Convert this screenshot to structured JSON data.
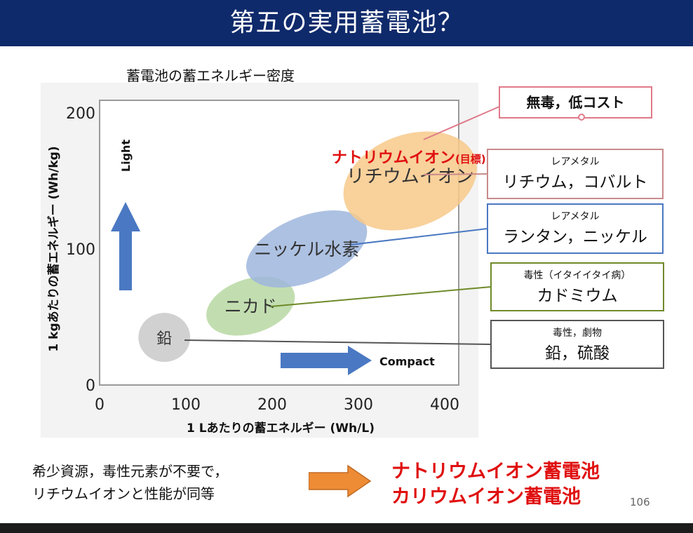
{
  "slide": {
    "title": "第五の実用蓄電池？",
    "page_number": "106",
    "bottom_text": [
      "希少資源，毒性元素が不要で，",
      "リチウムイオンと性能が同等"
    ],
    "result_lines": [
      "ナトリウムイオン蓄電池",
      "カリウムイオン蓄電池"
    ]
  },
  "chart_data": {
    "type": "scatter",
    "title": "蓄電池の蓄エネルギー密度",
    "xlabel": "1 Lあたりの蓄エネルギー (Wh/L)",
    "ylabel": "1 kgあたりの蓄エネルギー (Wh/kg)",
    "xlim": [
      0,
      400
    ],
    "ylim": [
      0,
      200
    ],
    "xticks": [
      "0",
      "100",
      "200",
      "300",
      "400"
    ],
    "yticks": [
      "0",
      "100",
      "200"
    ],
    "light_label": "Light",
    "compact_label": "Compact",
    "regions": [
      {
        "name": "鉛",
        "label": "鉛",
        "cx": 75,
        "cy": 35,
        "rx": 30,
        "ry": 18,
        "angle": 0,
        "color": "#c9c9c9",
        "callout": {
          "line1": "毒性，劇物",
          "line2": "鉛，硫酸",
          "border": "#555555"
        }
      },
      {
        "name": "ニカド",
        "label": "ニカド",
        "cx": 175,
        "cy": 58,
        "rx": 53,
        "ry": 20,
        "angle": 18,
        "color": "#b7d8a2",
        "callout": {
          "line1": "毒性（イタイイタイ病）",
          "line2": "カドミウム",
          "border": "#6f8a2a"
        }
      },
      {
        "name": "ニッケル水素",
        "label": "ニッケル水素",
        "cx": 240,
        "cy": 100,
        "rx": 74,
        "ry": 24,
        "angle": 22,
        "color": "#9fb6dd",
        "callout": {
          "line1": "レアメタル",
          "line2": "ランタン，ニッケル",
          "border": "#4a78c2"
        }
      },
      {
        "name": "リチウムイオン",
        "label": "リチウムイオン",
        "label_top": "ナトリウムイオン",
        "label_top_suffix": "(目標)",
        "cx": 360,
        "cy": 150,
        "rx": 80,
        "ry": 34,
        "angle": 20,
        "color": "#f7c98a",
        "callout": {
          "line1": "レアメタル",
          "line2": "リチウム，コバルト",
          "border": "#c98a8a"
        },
        "callout_top": {
          "text": "無毒，低コスト",
          "border": "#e07a8a"
        }
      }
    ]
  }
}
